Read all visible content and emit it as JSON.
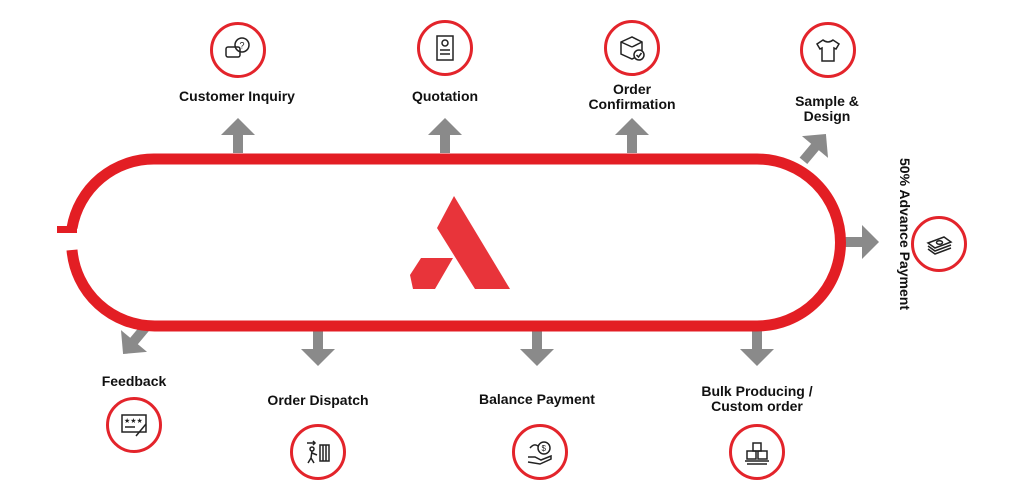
{
  "colors": {
    "track": "#e31e24",
    "arrow": "#8a8a8a",
    "logo": "#e8343a",
    "icon_ring": "#e3242b"
  },
  "logo": {
    "name": "A-logo"
  },
  "steps": [
    {
      "label": "Customer Inquiry",
      "icon": "chat-question-icon"
    },
    {
      "label": "Quotation",
      "icon": "invoice-icon"
    },
    {
      "label": "Order Confirmation",
      "icon": "box-check-icon"
    },
    {
      "label": "Sample & Design",
      "icon": "tshirt-icon"
    },
    {
      "label": "50% Advance Payment",
      "icon": "cash-stack-icon"
    },
    {
      "label": "Bulk Producing / Custom order",
      "icon": "pallet-boxes-icon"
    },
    {
      "label": "Balance Payment",
      "icon": "hand-coin-icon"
    },
    {
      "label": "Order Dispatch",
      "icon": "delivery-dolly-icon"
    },
    {
      "label": "Feedback",
      "icon": "rating-review-icon"
    }
  ]
}
